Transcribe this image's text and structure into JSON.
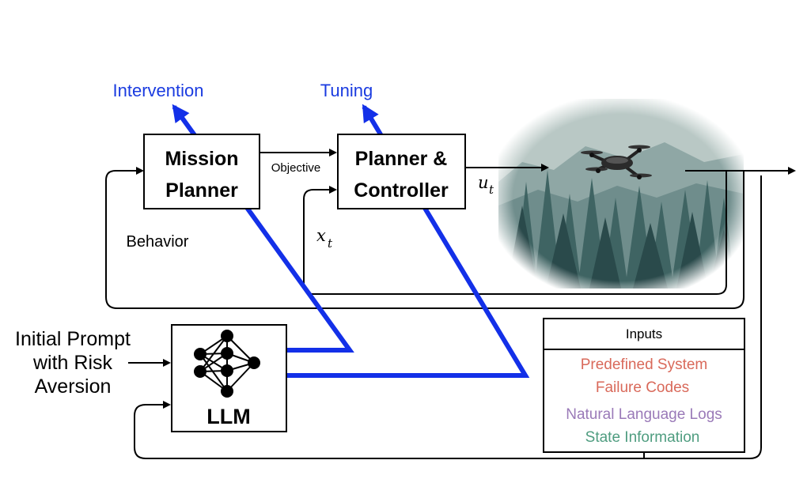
{
  "labels": {
    "intervention": "Intervention",
    "tuning": "Tuning",
    "objective": "Objective",
    "behavior": "Behavior",
    "u_t": "u",
    "u_t_sub": "t",
    "x_t": "x",
    "x_t_sub": "t"
  },
  "boxes": {
    "mission_planner": {
      "line1": "Mission",
      "line2": "Planner"
    },
    "planner_controller": {
      "line1": "Planner &",
      "line2": "Controller"
    },
    "llm": {
      "label": "LLM"
    }
  },
  "prompt": {
    "line1": "Initial Prompt",
    "line2": "with Risk",
    "line3": "Aversion"
  },
  "inputs": {
    "title": "Inputs",
    "items": [
      {
        "text": "Predefined System",
        "color": "#d9695a"
      },
      {
        "text": "Failure Codes",
        "color": "#d9695a"
      },
      {
        "text": "Natural Language Logs",
        "color": "#9a7ab8"
      },
      {
        "text": "State Information",
        "color": "#4f9d80"
      }
    ]
  },
  "colors": {
    "blue_arrow": "#1330e8",
    "blue_text": "#1a3be0",
    "black": "#000000"
  },
  "icons": [
    "neural-network-icon",
    "drone-icon",
    "forest-scene"
  ]
}
